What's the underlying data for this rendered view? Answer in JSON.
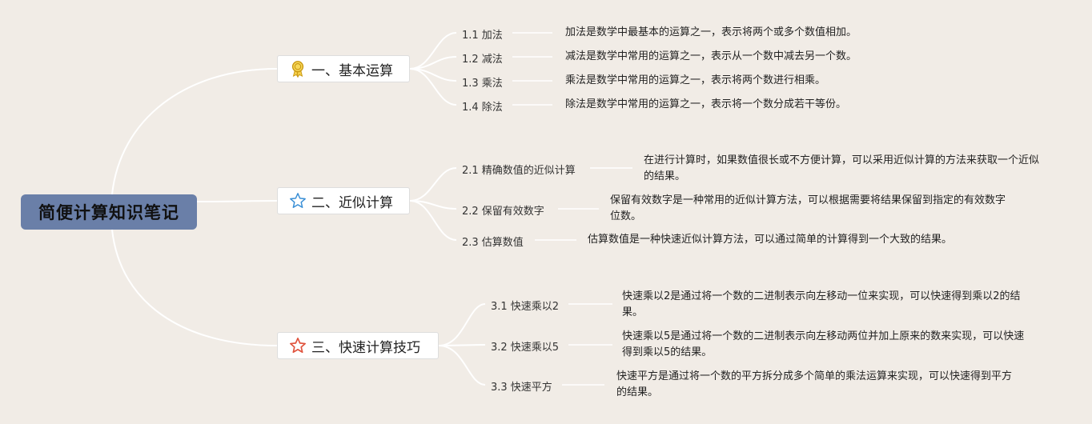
{
  "root": {
    "title": "简便计算知识笔记"
  },
  "branches": [
    {
      "title": "一、基本运算",
      "icon": "award-ribbon-icon",
      "children": [
        {
          "label": "1.1 加法",
          "desc": "加法是数学中最基本的运算之一，表示将两个或多个数值相加。"
        },
        {
          "label": "1.2 减法",
          "desc": "减法是数学中常用的运算之一，表示从一个数中减去另一个数。"
        },
        {
          "label": "1.3 乘法",
          "desc": "乘法是数学中常用的运算之一，表示将两个数进行相乘。"
        },
        {
          "label": "1.4 除法",
          "desc": "除法是数学中常用的运算之一，表示将一个数分成若干等份。"
        }
      ]
    },
    {
      "title": "二、近似计算",
      "icon": "star-outline-icon",
      "children": [
        {
          "label": "2.1 精确数值的近似计算",
          "desc": "在进行计算时，如果数值很长或不方便计算，可以采用近似计算的方法来获取一个近似的结果。"
        },
        {
          "label": "2.2 保留有效数字",
          "desc": "保留有效数字是一种常用的近似计算方法，可以根据需要将结果保留到指定的有效数字位数。"
        },
        {
          "label": "2.3 估算数值",
          "desc": "估算数值是一种快速近似计算方法，可以通过简单的计算得到一个大致的结果。"
        }
      ]
    },
    {
      "title": "三、快速计算技巧",
      "icon": "star-red-icon",
      "children": [
        {
          "label": "3.1 快速乘以2",
          "desc": "快速乘以2是通过将一个数的二进制表示向左移动一位来实现，可以快速得到乘以2的结果。"
        },
        {
          "label": "3.2 快速乘以5",
          "desc": "快速乘以5是通过将一个数的二进制表示向左移动两位并加上原来的数来实现，可以快速得到乘以5的结果。"
        },
        {
          "label": "3.3 快速平方",
          "desc": "快速平方是通过将一个数的平方拆分成多个简单的乘法运算来实现，可以快速得到平方的结果。"
        }
      ]
    }
  ],
  "colors": {
    "background": "#f1ece6",
    "root": "#6a7fa8",
    "line": "#ffffff",
    "star_blue": "#3a8fd6",
    "star_red": "#e0533d",
    "ribbon": "#e8b928"
  }
}
